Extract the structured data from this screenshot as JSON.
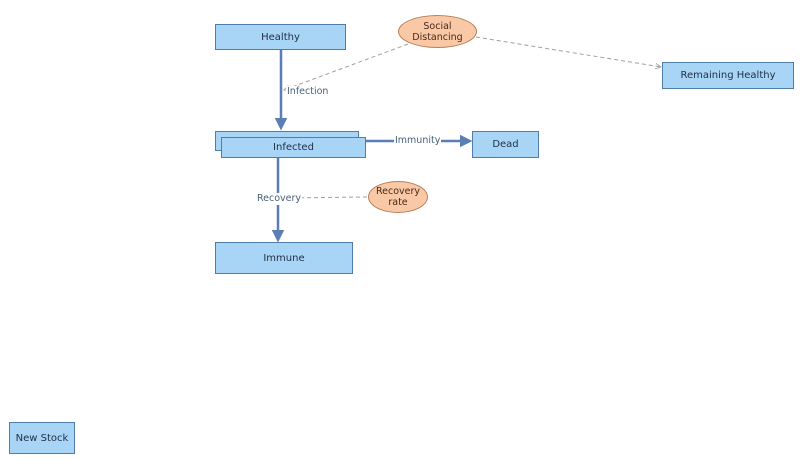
{
  "stocks": {
    "healthy": "Healthy",
    "infected": "Infected",
    "dead": "Dead",
    "immune": "Immune",
    "remaining_healthy": "Remaining Healthy",
    "new_stock": "New Stock"
  },
  "variables": {
    "social_distancing": "Social Distancing",
    "recovery_rate_line1": "Recovery",
    "recovery_rate_line2": "rate"
  },
  "flows": {
    "infection": "Infection",
    "immunity": "Immunity",
    "recovery": "Recovery"
  },
  "colors": {
    "stock_fill": "#a8d4f6",
    "stock_border": "#4f7eaa",
    "variable_fill": "#f9c8a6",
    "flow_line": "#5b7fb5",
    "link_line": "#a0a0a0"
  }
}
